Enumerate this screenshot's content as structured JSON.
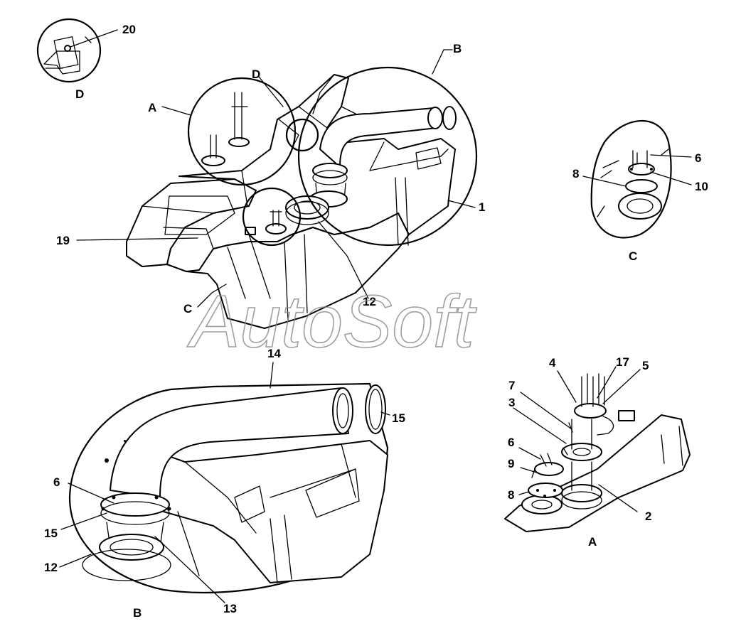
{
  "watermark": "AutoSoft",
  "views": {
    "main": {
      "labels": {
        "p1": "1",
        "p12": "12",
        "p19": "19",
        "viewA": "A",
        "viewB": "B",
        "viewC": "C",
        "viewD": "D"
      }
    },
    "detail_d": {
      "title": "D",
      "labels": {
        "p20": "20"
      }
    },
    "detail_c": {
      "title": "C",
      "labels": {
        "p6": "6",
        "p8": "8",
        "p10": "10"
      }
    },
    "detail_b": {
      "title": "B",
      "labels": {
        "p6": "6",
        "p12": "12",
        "p13": "13",
        "p14": "14",
        "p15a": "15",
        "p15b": "15"
      }
    },
    "detail_a": {
      "title": "A",
      "labels": {
        "p2": "2",
        "p3": "3",
        "p4": "4",
        "p5": "5",
        "p6": "6",
        "p7": "7",
        "p8": "8",
        "p9": "9",
        "p17": "17"
      }
    }
  }
}
